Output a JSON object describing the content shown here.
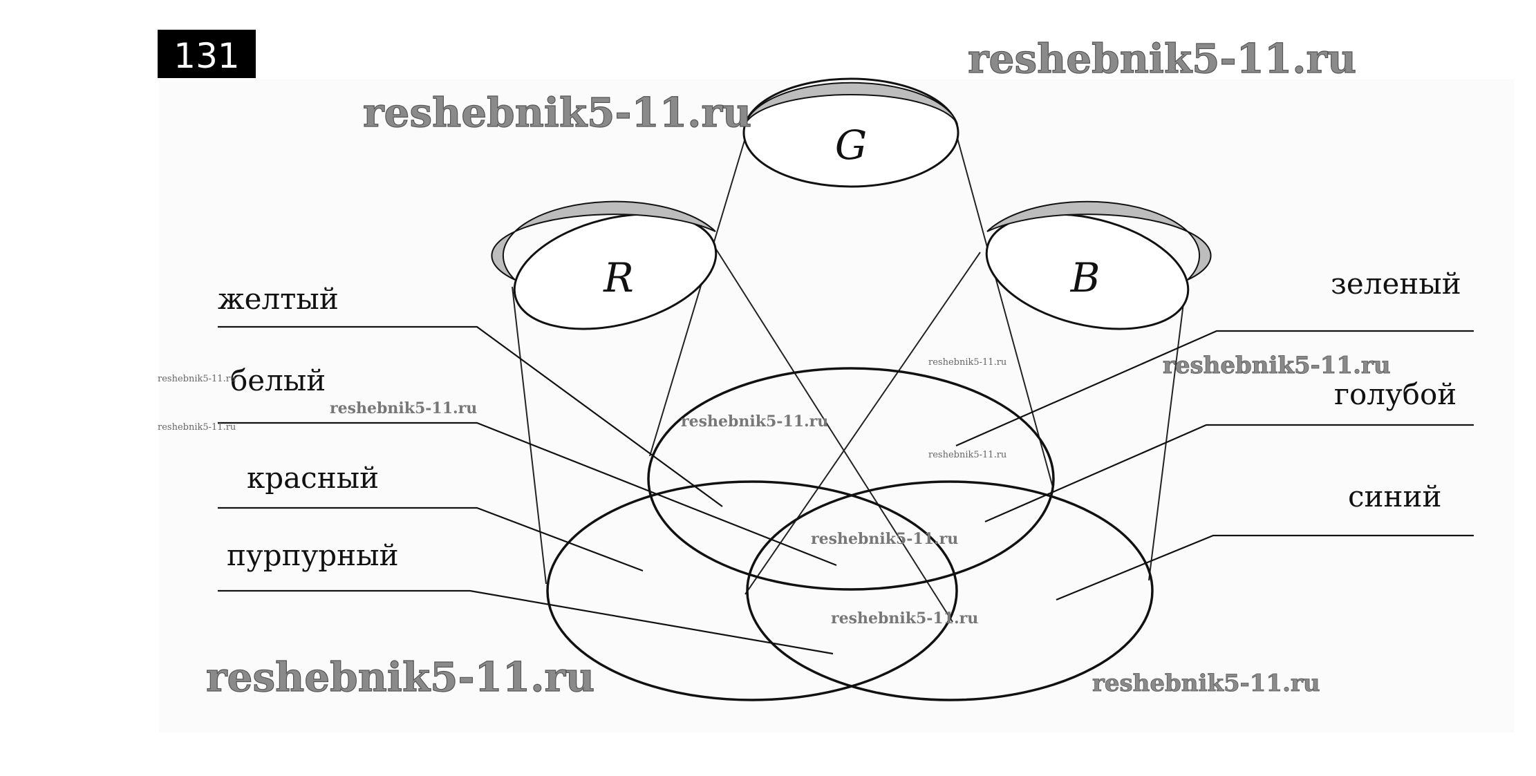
{
  "problem_number": "131",
  "watermark_text": "reshebnik5-11.ru",
  "sets": {
    "r": "R",
    "g": "G",
    "b": "B"
  },
  "labels": {
    "yellow": "желтый",
    "white": "белый",
    "red": "красный",
    "purple": "пурпурный",
    "green": "зеленый",
    "cyan": "голубой",
    "blue": "синий"
  },
  "colors": {
    "line": "#111111",
    "cap_shade": "#bdbdbd",
    "header_bg": "#000000"
  }
}
